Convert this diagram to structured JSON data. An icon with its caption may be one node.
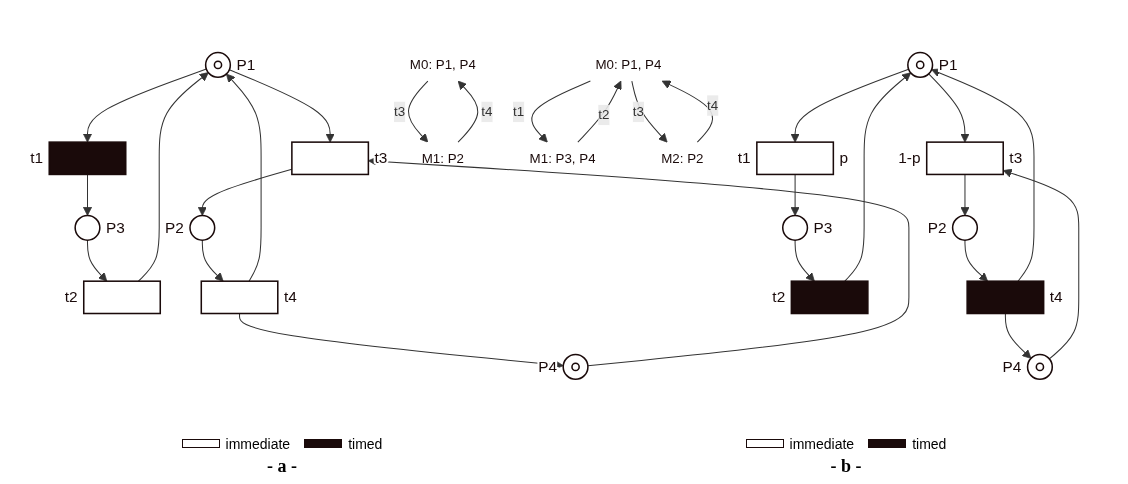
{
  "diagram": {
    "nodes": [
      {
        "text": [],
        "beside": [
          "P1"
        ],
        "shape": "circle"
      },
      {
        "text": [],
        "beside": [
          "t2"
        ],
        "shape": "bar"
      },
      {
        "text": [],
        "beside": [
          "t1"
        ],
        "shape": "bar"
      },
      {
        "text": [],
        "beside": [
          "t3"
        ],
        "shape": "bar"
      },
      {
        "text": [],
        "beside": [
          "t4"
        ],
        "shape": "bar"
      },
      {
        "text": [],
        "beside": [
          "P3"
        ],
        "shape": "circle"
      },
      {
        "text": [],
        "beside": [
          "P4"
        ],
        "shape": "circle"
      },
      {
        "text": [],
        "beside": [
          "P2"
        ],
        "shape": "circle"
      },
      {
        "text": [],
        "beside": [
          "P1"
        ],
        "shape": "circle"
      },
      {
        "text": [],
        "beside": [
          "t2"
        ],
        "shape": "bar"
      },
      {
        "text": [],
        "beside": [
          "t1",
          "p"
        ],
        "shape": "bar"
      },
      {
        "text": [],
        "beside": [
          "1-p",
          "t3"
        ],
        "shape": "bar"
      },
      {
        "text": [],
        "beside": [
          "t4"
        ],
        "shape": "bar"
      },
      {
        "text": [],
        "beside": [
          "P3"
        ],
        "shape": "circle"
      },
      {
        "text": [],
        "beside": [
          "P4"
        ],
        "shape": "circle"
      },
      {
        "text": [],
        "beside": [
          "P2"
        ],
        "shape": "circle"
      },
      {
        "text": [
          "M0: P1, P4"
        ]
      },
      {
        "text": [
          "M1: P2"
        ]
      },
      {
        "text": [
          "M0: P1, P4"
        ]
      },
      {
        "text": [
          "M1: P3, P4"
        ]
      },
      {
        "text": [
          "M2: P2"
        ]
      }
    ],
    "edges": [
      {
        "from": 1,
        "to": 0,
        "arrow": "to"
      },
      {
        "from": 4,
        "to": 0,
        "arrow": "to"
      },
      {
        "from": 0,
        "to": 2,
        "arrow": "to"
      },
      {
        "from": 0,
        "to": 3,
        "arrow": "to"
      },
      {
        "from": 2,
        "to": 5,
        "arrow": "to"
      },
      {
        "from": 5,
        "to": 1,
        "arrow": "to"
      },
      {
        "from": 6,
        "to": 3,
        "arrow": "to"
      },
      {
        "from": 3,
        "to": 7,
        "arrow": "to"
      },
      {
        "from": 7,
        "to": 4,
        "arrow": "to"
      },
      {
        "from": 4,
        "to": 6,
        "arrow": "to"
      },
      {
        "from": 9,
        "to": 8,
        "arrow": "to"
      },
      {
        "from": 12,
        "to": 8,
        "arrow": "to"
      },
      {
        "from": 8,
        "to": 10,
        "arrow": "to"
      },
      {
        "from": 8,
        "to": 11,
        "arrow": "to"
      },
      {
        "from": 10,
        "to": 13,
        "arrow": "to"
      },
      {
        "from": 13,
        "to": 9,
        "arrow": "to"
      },
      {
        "from": 14,
        "to": 11,
        "arrow": "to"
      },
      {
        "from": 11,
        "to": 15,
        "arrow": "to"
      },
      {
        "from": 15,
        "to": 12,
        "arrow": "to"
      },
      {
        "from": 12,
        "to": 14,
        "arrow": "to"
      },
      {
        "from": 16,
        "to": 17,
        "label": "t3",
        "arrow": "to"
      },
      {
        "from": 17,
        "to": 16,
        "label": "t4",
        "arrow": "to"
      },
      {
        "from": 18,
        "to": 19,
        "label": "t1",
        "arrow": "to"
      },
      {
        "from": 18,
        "to": 20,
        "label": "t3",
        "arrow": "to"
      },
      {
        "from": 19,
        "to": 18,
        "label": "t2",
        "arrow": "to"
      },
      {
        "from": 20,
        "to": 18,
        "label": "t4",
        "arrow": "to"
      }
    ],
    "labels": [
      "- a -",
      "- b -"
    ],
    "legend": [
      {
        "text": "immediate",
        "color": "#ffffff"
      },
      {
        "text": "timed",
        "color": "#1a0a0a"
      },
      {
        "text": "immediate",
        "color": "#ffffff"
      },
      {
        "text": "timed",
        "color": "#1a0a0a"
      }
    ]
  }
}
